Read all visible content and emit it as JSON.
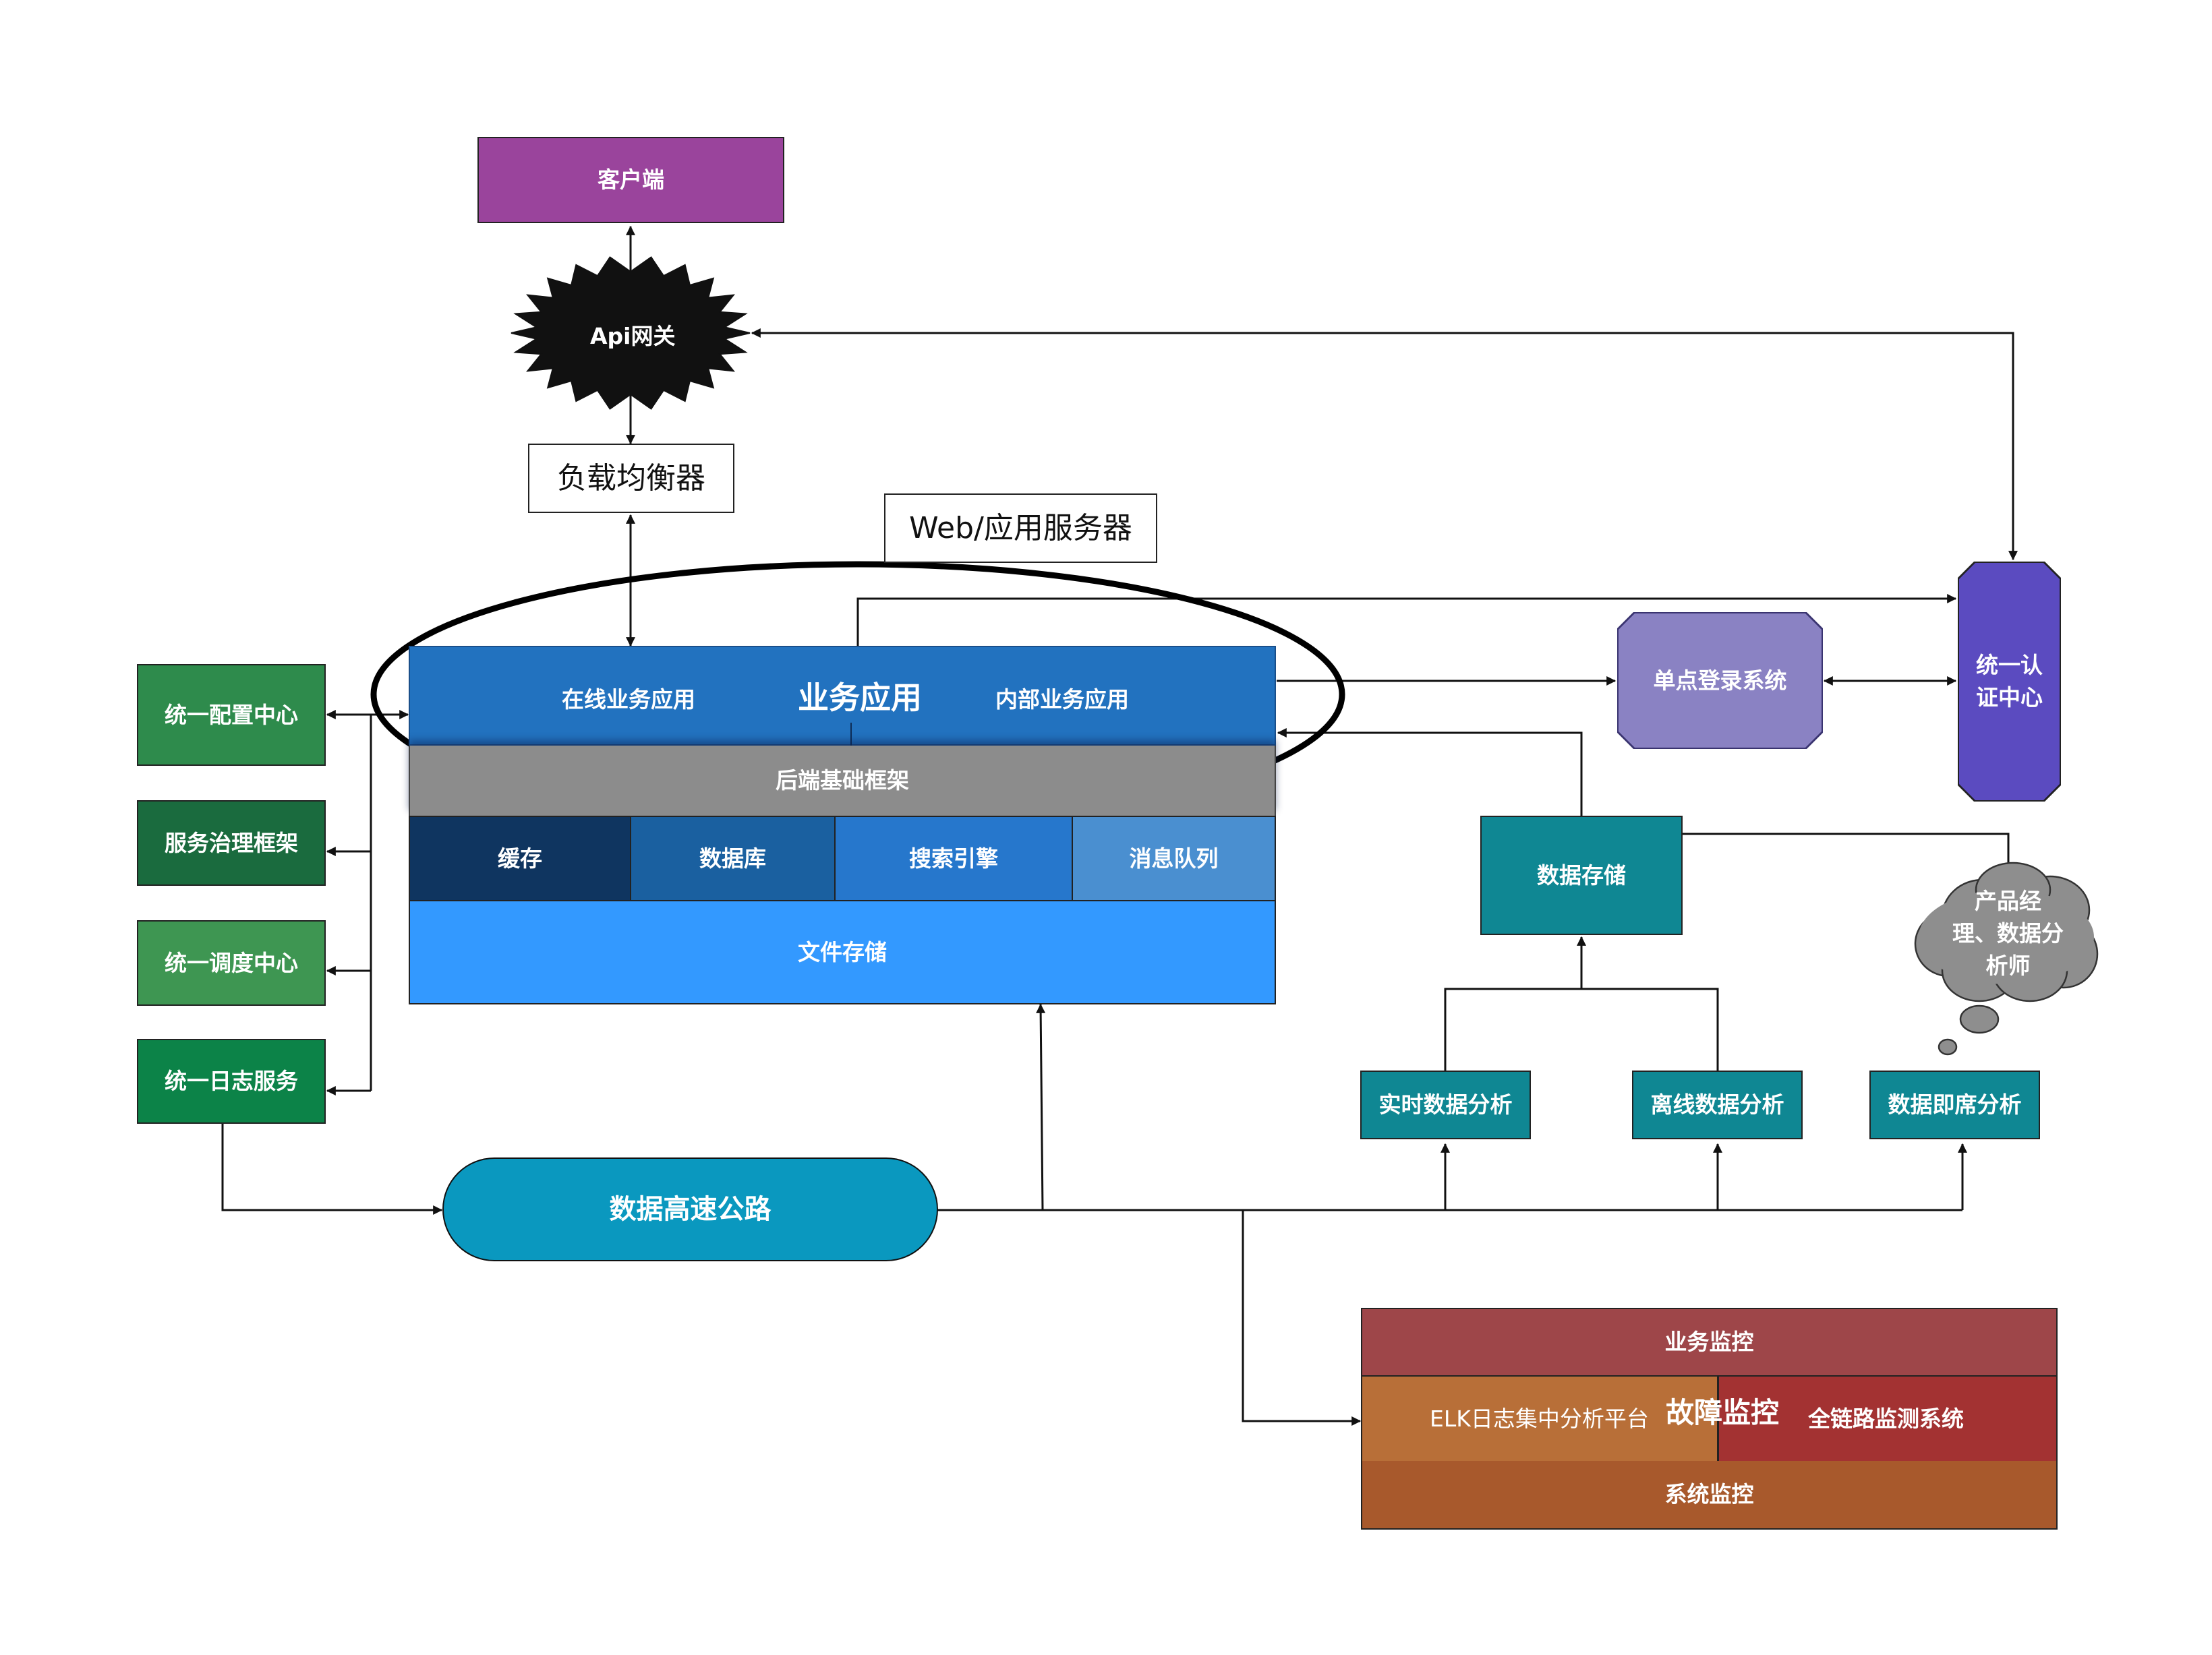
{
  "nodes": {
    "client": "客户端",
    "api_gateway": "Api网关",
    "load_balancer": "负载均衡器",
    "web_app_server": "Web/应用服务器",
    "online_business_app": "在线业务应用",
    "business_app": "业务应用",
    "internal_business_app": "内部业务应用",
    "backend_framework": "后端基础框架",
    "cache": "缓存",
    "database": "数据库",
    "search_engine": "搜索引擎",
    "message_queue": "消息队列",
    "file_storage": "文件存储",
    "config_center": "统一配置中心",
    "service_governance": "服务治理框架",
    "scheduling_center": "统一调度中心",
    "log_service": "统一日志服务",
    "data_highway": "数据高速公路",
    "sso": "单点登录系统",
    "auth_center": "统一认证中心",
    "data_storage": "数据存储",
    "analysts": "产品经理、数据分析师",
    "realtime_analysis": "实时数据分析",
    "offline_analysis": "离线数据分析",
    "adhoc_analysis": "数据即席分析",
    "business_monitor": "业务监控",
    "fault_monitor": "故障监控",
    "elk_platform": "ELK日志集中分析平台",
    "tracing_system": "全链路监测系统",
    "system_monitor": "系统监控"
  },
  "colors": {
    "client": "#9a449c",
    "app_blue": "#2272bf",
    "backend_gray": "#8c8c8c",
    "cache": "#0f3560",
    "database": "#1a60a0",
    "search": "#2677cc",
    "mq": "#4a8fd0",
    "file_storage": "#3399ff",
    "green1": "#2e8b4c",
    "green2": "#1a6b3e",
    "green3": "#3e9652",
    "green4": "#0c8348",
    "highway": "#0a98bf",
    "sso": "#8a82c3",
    "auth": "#5b4bc0",
    "teal": "#0f8793",
    "business_monitor": "#9e4649",
    "elk": "#b86f38",
    "tracing": "#a33232",
    "system_monitor": "#a8592c"
  }
}
